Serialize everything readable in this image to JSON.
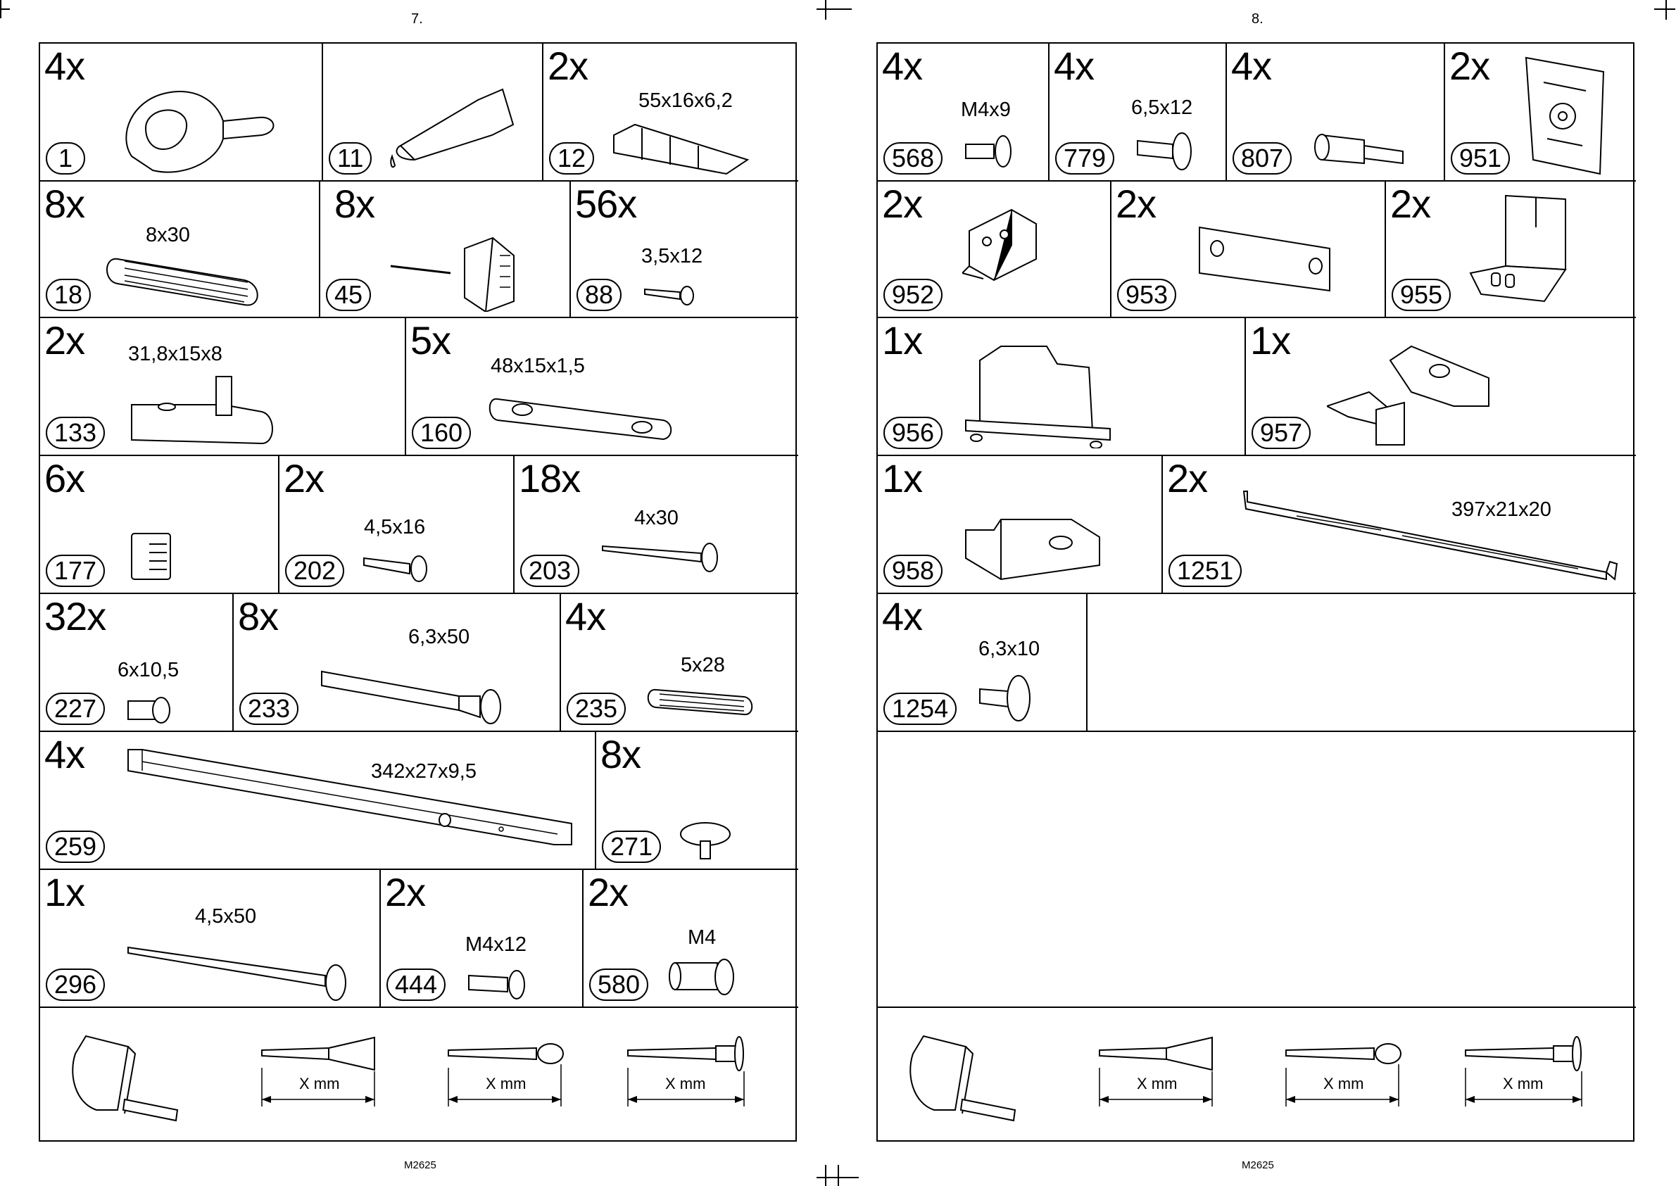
{
  "left_page": {
    "page_number": "7.",
    "footer_code": "M2625",
    "parts": [
      {
        "qty": "4x",
        "number": "1",
        "size": ""
      },
      {
        "qty": "",
        "number": "11",
        "size": ""
      },
      {
        "qty": "2x",
        "number": "12",
        "size": "55x16x6,2"
      },
      {
        "qty": "8x",
        "number": "18",
        "size": "8x30"
      },
      {
        "qty": "8x",
        "number": "45",
        "size": ""
      },
      {
        "qty": "56x",
        "number": "88",
        "size": "3,5x12"
      },
      {
        "qty": "2x",
        "number": "133",
        "size": "31,8x15x8"
      },
      {
        "qty": "5x",
        "number": "160",
        "size": "48x15x1,5"
      },
      {
        "qty": "6x",
        "number": "177",
        "size": ""
      },
      {
        "qty": "2x",
        "number": "202",
        "size": "4,5x16"
      },
      {
        "qty": "18x",
        "number": "203",
        "size": "4x30"
      },
      {
        "qty": "32x",
        "number": "227",
        "size": "6x10,5"
      },
      {
        "qty": "8x",
        "number": "233",
        "size": "6,3x50"
      },
      {
        "qty": "4x",
        "number": "235",
        "size": "5x28"
      },
      {
        "qty": "4x",
        "number": "259",
        "size": "342x27x9,5"
      },
      {
        "qty": "8x",
        "number": "271",
        "size": ""
      },
      {
        "qty": "1x",
        "number": "296",
        "size": "4,5x50"
      },
      {
        "qty": "2x",
        "number": "444",
        "size": "M4x12"
      },
      {
        "qty": "2x",
        "number": "580",
        "size": "M4"
      }
    ],
    "measure_labels": [
      "X mm",
      "X mm",
      "X mm"
    ]
  },
  "right_page": {
    "page_number": "8.",
    "footer_code": "M2625",
    "parts": [
      {
        "qty": "4x",
        "number": "568",
        "size": "M4x9"
      },
      {
        "qty": "4x",
        "number": "779",
        "size": "6,5x12"
      },
      {
        "qty": "4x",
        "number": "807",
        "size": ""
      },
      {
        "qty": "2x",
        "number": "951",
        "size": ""
      },
      {
        "qty": "2x",
        "number": "952",
        "size": ""
      },
      {
        "qty": "2x",
        "number": "953",
        "size": ""
      },
      {
        "qty": "2x",
        "number": "955",
        "size": ""
      },
      {
        "qty": "1x",
        "number": "956",
        "size": ""
      },
      {
        "qty": "1x",
        "number": "957",
        "size": ""
      },
      {
        "qty": "1x",
        "number": "958",
        "size": ""
      },
      {
        "qty": "2x",
        "number": "1251",
        "size": "397x21x20"
      },
      {
        "qty": "4x",
        "number": "1254",
        "size": "6,3x10"
      }
    ],
    "measure_labels": [
      "X mm",
      "X mm",
      "X mm"
    ]
  }
}
